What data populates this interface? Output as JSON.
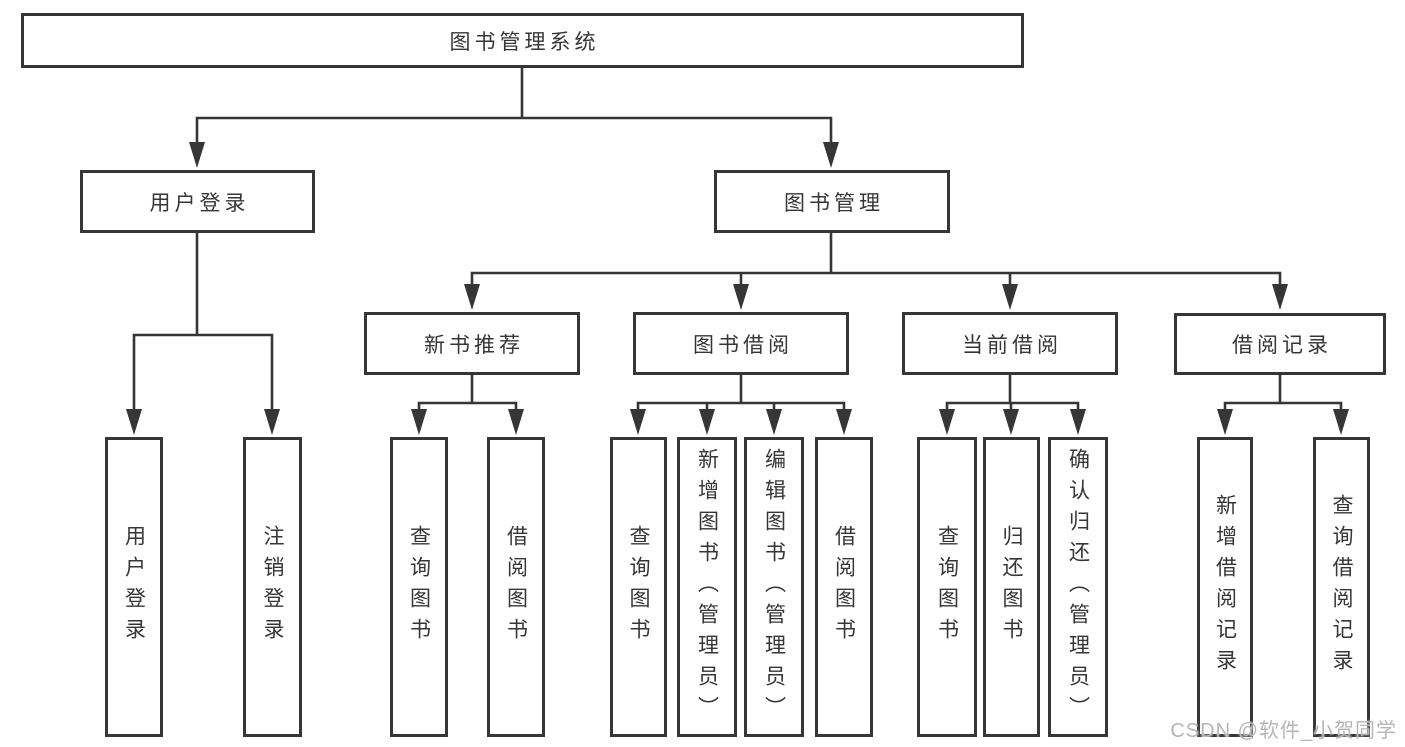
{
  "diagram_title": "图书管理系统",
  "nodes": {
    "root": "图书管理系统",
    "user_login": "用户登录",
    "book_mgmt": "图书管理",
    "new_book_rec": "新书推荐",
    "book_borrow": "图书借阅",
    "current_borrow": "当前借阅",
    "borrow_records": "借阅记录",
    "user_login_leaf": "用户登录",
    "logout_leaf": "注销登录",
    "query_book_1": "查询图书",
    "borrow_book_1": "借阅图书",
    "query_book_2": "查询图书",
    "add_book_admin": "新增图书（管理员）",
    "edit_book_admin": "编辑图书（管理员）",
    "borrow_book_2": "借阅图书",
    "query_book_3": "查询图书",
    "return_book": "归还图书",
    "confirm_return_admin": "确认归还（管理员）",
    "add_borrow_record": "新增借阅记录",
    "query_borrow_record": "查询借阅记录"
  },
  "structure": {
    "图书管理系统": {
      "用户登录": [
        "用户登录",
        "注销登录"
      ],
      "图书管理": {
        "新书推荐": [
          "查询图书",
          "借阅图书"
        ],
        "图书借阅": [
          "查询图书",
          "新增图书（管理员）",
          "编辑图书（管理员）",
          "借阅图书"
        ],
        "当前借阅": [
          "查询图书",
          "归还图书",
          "确认归还（管理员）"
        ],
        "借阅记录": [
          "新增借阅记录",
          "查询借阅记录"
        ]
      }
    }
  },
  "watermark": "CSDN @软件_小贺同学",
  "colors": {
    "line": "#363636",
    "box_border": "#363636",
    "text": "#363636",
    "watermark": "#b5b5ba",
    "background": "#ffffff"
  }
}
